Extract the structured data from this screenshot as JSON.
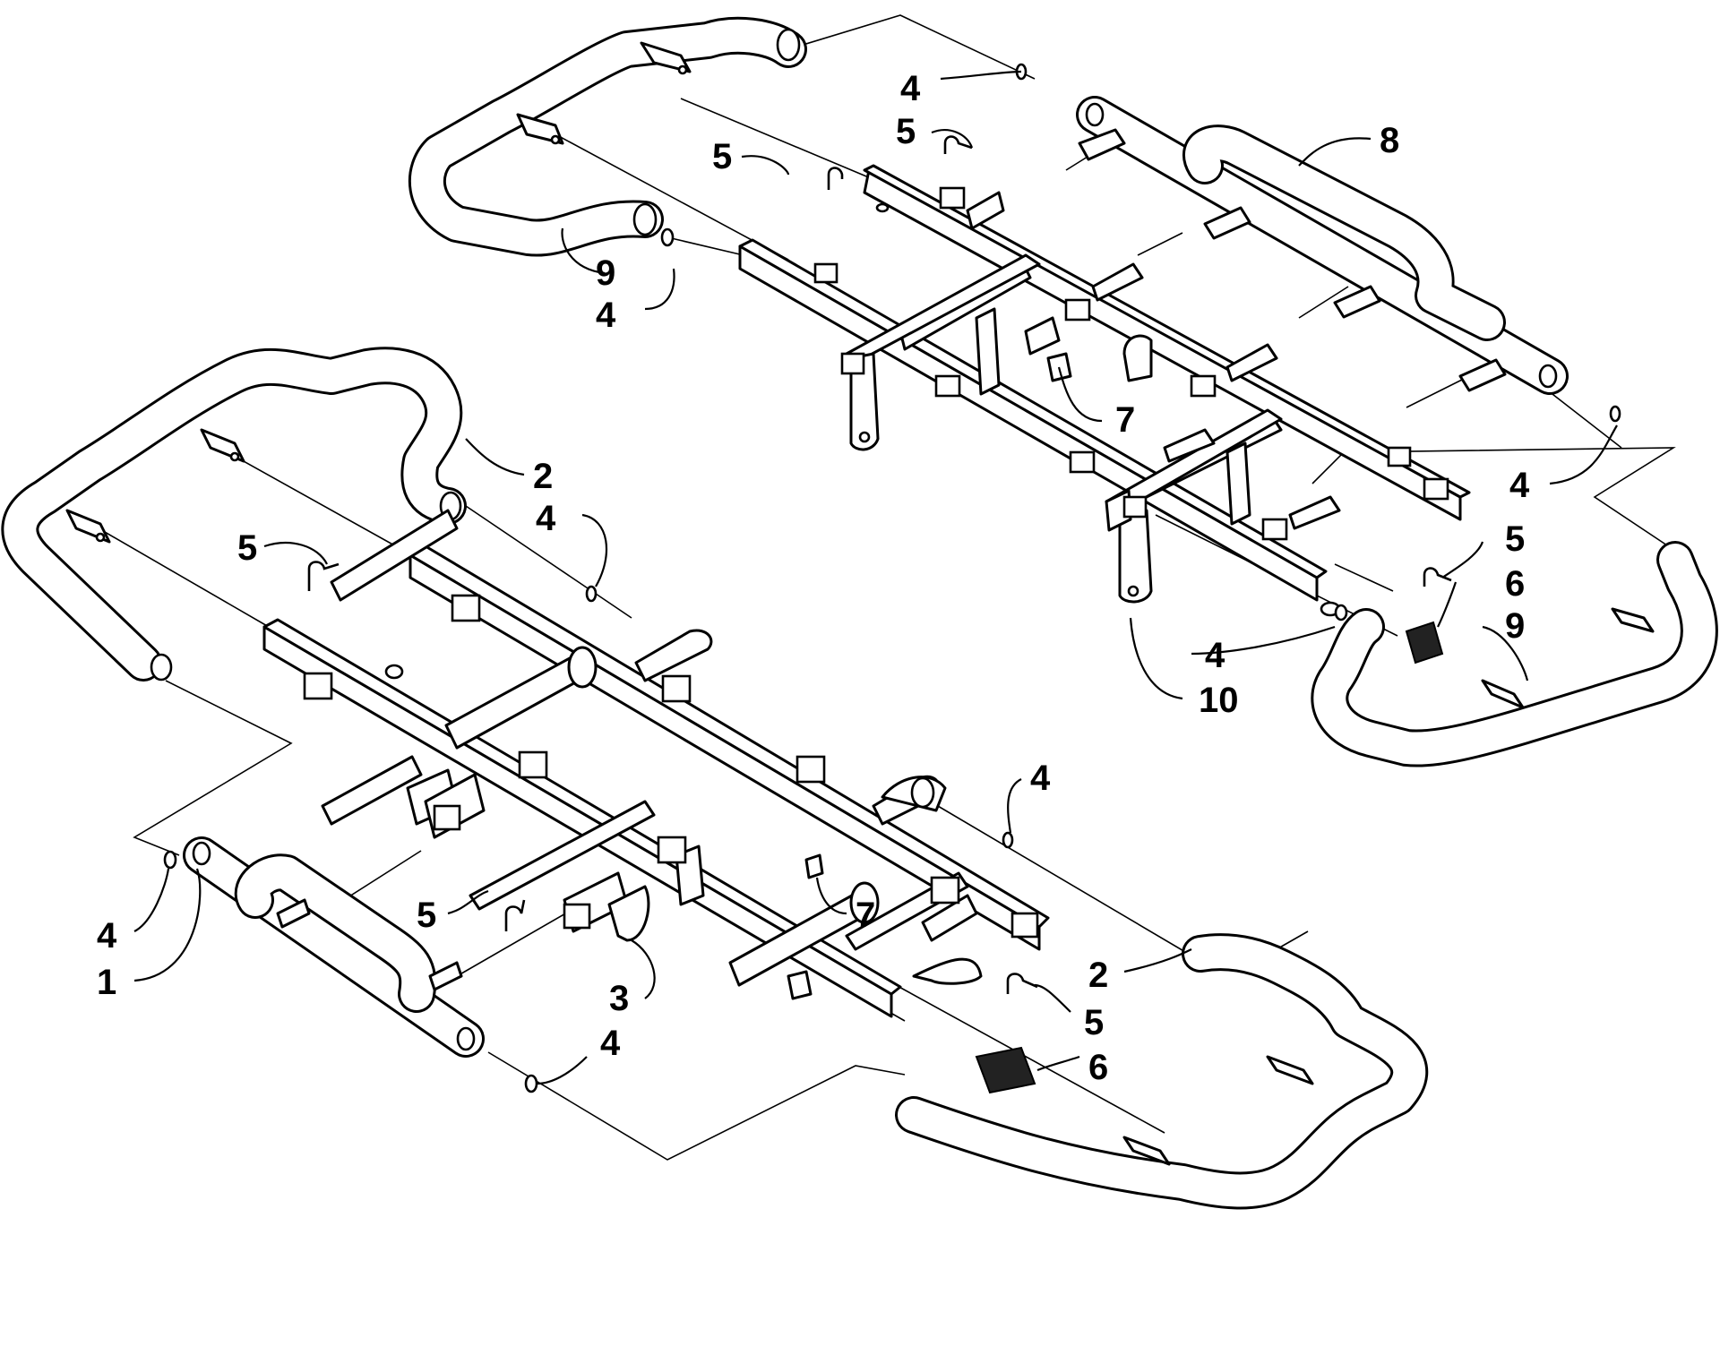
{
  "diagram": {
    "callouts": {
      "top": [
        {
          "id": "t4a",
          "label": "4"
        },
        {
          "id": "t5a",
          "label": "5"
        },
        {
          "id": "t5b",
          "label": "5"
        },
        {
          "id": "t8",
          "label": "8"
        },
        {
          "id": "t9a",
          "label": "9"
        },
        {
          "id": "t4b",
          "label": "4"
        },
        {
          "id": "t7",
          "label": "7"
        },
        {
          "id": "t4c",
          "label": "4"
        },
        {
          "id": "t5c",
          "label": "5"
        },
        {
          "id": "t6",
          "label": "6"
        },
        {
          "id": "t9b",
          "label": "9"
        },
        {
          "id": "t4d",
          "label": "4"
        },
        {
          "id": "t10",
          "label": "10"
        }
      ],
      "bottom": [
        {
          "id": "b2a",
          "label": "2"
        },
        {
          "id": "b4a",
          "label": "4"
        },
        {
          "id": "b5a",
          "label": "5"
        },
        {
          "id": "b4b",
          "label": "4"
        },
        {
          "id": "b4c",
          "label": "4"
        },
        {
          "id": "b1",
          "label": "1"
        },
        {
          "id": "b5b",
          "label": "5"
        },
        {
          "id": "b7",
          "label": "7"
        },
        {
          "id": "b3",
          "label": "3"
        },
        {
          "id": "b2b",
          "label": "2"
        },
        {
          "id": "b5c",
          "label": "5"
        },
        {
          "id": "b4d",
          "label": "4"
        },
        {
          "id": "b6",
          "label": "6"
        }
      ]
    }
  }
}
